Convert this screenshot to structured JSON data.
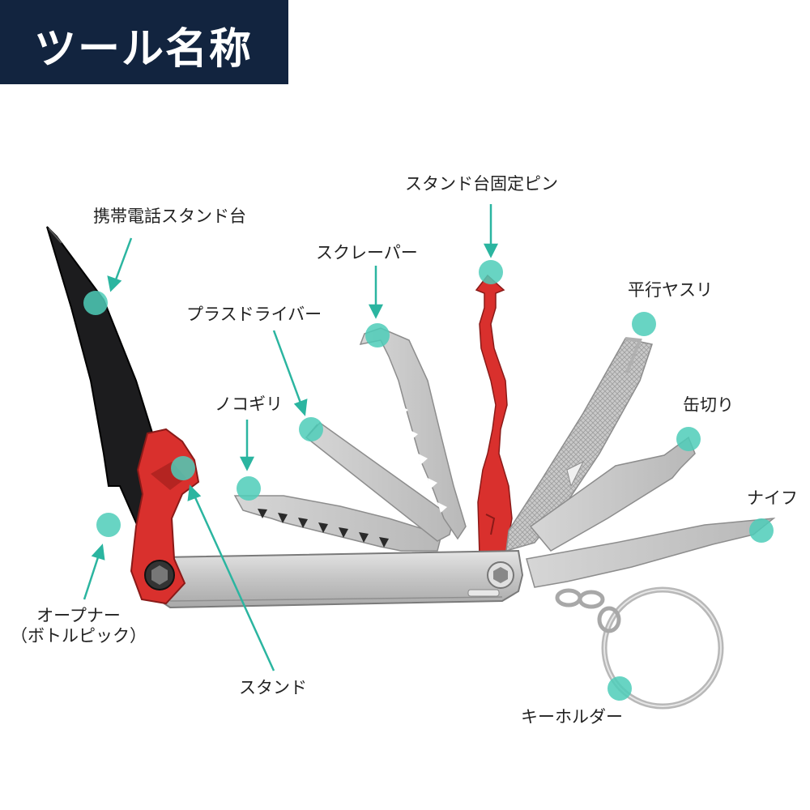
{
  "title": "ツール名称",
  "colors": {
    "title_bg": "#12243f",
    "accent": "#2bb5a0",
    "marker": "#4ecdb8",
    "red": "#d9302d"
  },
  "labels": {
    "phone_stand": "携帯電話スタンド台",
    "stand_pin": "スタンド台固定ピン",
    "scraper": "スクレーパー",
    "phillips": "プラスドライバー",
    "file": "平行ヤスリ",
    "saw": "ノコギリ",
    "can_opener": "缶切り",
    "knife": "ナイフ",
    "opener_line1": "オープナー",
    "opener_line2": "（ボトルピック）",
    "stand": "スタンド",
    "keyholder": "キーホルダー"
  },
  "markers": [
    "phone-stand",
    "stand-pin",
    "scraper",
    "phillips",
    "file",
    "saw",
    "can-opener",
    "knife",
    "opener",
    "stand",
    "keyholder"
  ]
}
